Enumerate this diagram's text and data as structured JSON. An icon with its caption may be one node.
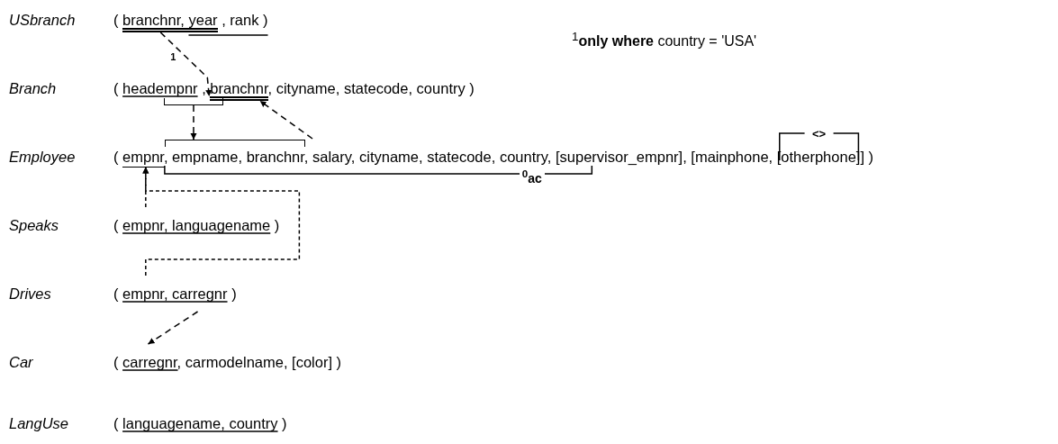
{
  "diagram": {
    "nodes": [
      {
        "text": [
          "USbranch",
          "( branchnr, year , rank )"
        ]
      },
      {
        "text": [],
        "shape": "bar",
        "in": 0
      },
      {
        "text": [
          "Branch",
          "( headempnr , branchnr, cityname, statecode, country )"
        ]
      },
      {
        "text": [],
        "shape": "bracket",
        "in": 2
      },
      {
        "text": [],
        "shape": "bar",
        "in": 2
      },
      {
        "text": [
          "Employee",
          "( empnr, empname, branchnr, salary, cityname, statecode, country, [supervisor_empnr], [mainphone, [otherphone]] )"
        ]
      },
      {
        "text": [],
        "shape": "bracket",
        "in": 5
      },
      {
        "text": [],
        "shape": "bar",
        "in": 5
      },
      {
        "text": [
          "Speaks",
          "( empnr, languagename )"
        ]
      },
      {
        "text": [
          "Drives",
          "( empnr, carregnr )"
        ]
      },
      {
        "text": [
          "Car",
          "( carregnr, carmodelname, [color] )"
        ]
      },
      {
        "text": [
          "LangUse",
          "( languagename, country )"
        ]
      }
    ],
    "edges": [
      {
        "from": 1,
        "to": 4,
        "arrow": "to",
        "label": "1",
        "style": "dashed"
      },
      {
        "from": 3,
        "to": 6,
        "arrow": "to",
        "style": "dashed"
      },
      {
        "from": 5,
        "to": 4,
        "arrow": "to",
        "style": "dashed"
      },
      {
        "from": 8,
        "to": 7,
        "arrow": "to",
        "style": "dashed"
      },
      {
        "from": 9,
        "to": 7,
        "arrow": "to",
        "style": "dashed"
      },
      {
        "from": 9,
        "to": 10,
        "arrow": "to",
        "style": "dashed"
      }
    ],
    "labels": [
      "$^{1}$**only where** country = 'USA'",
      "<>",
      "$^{0}$ac"
    ]
  }
}
